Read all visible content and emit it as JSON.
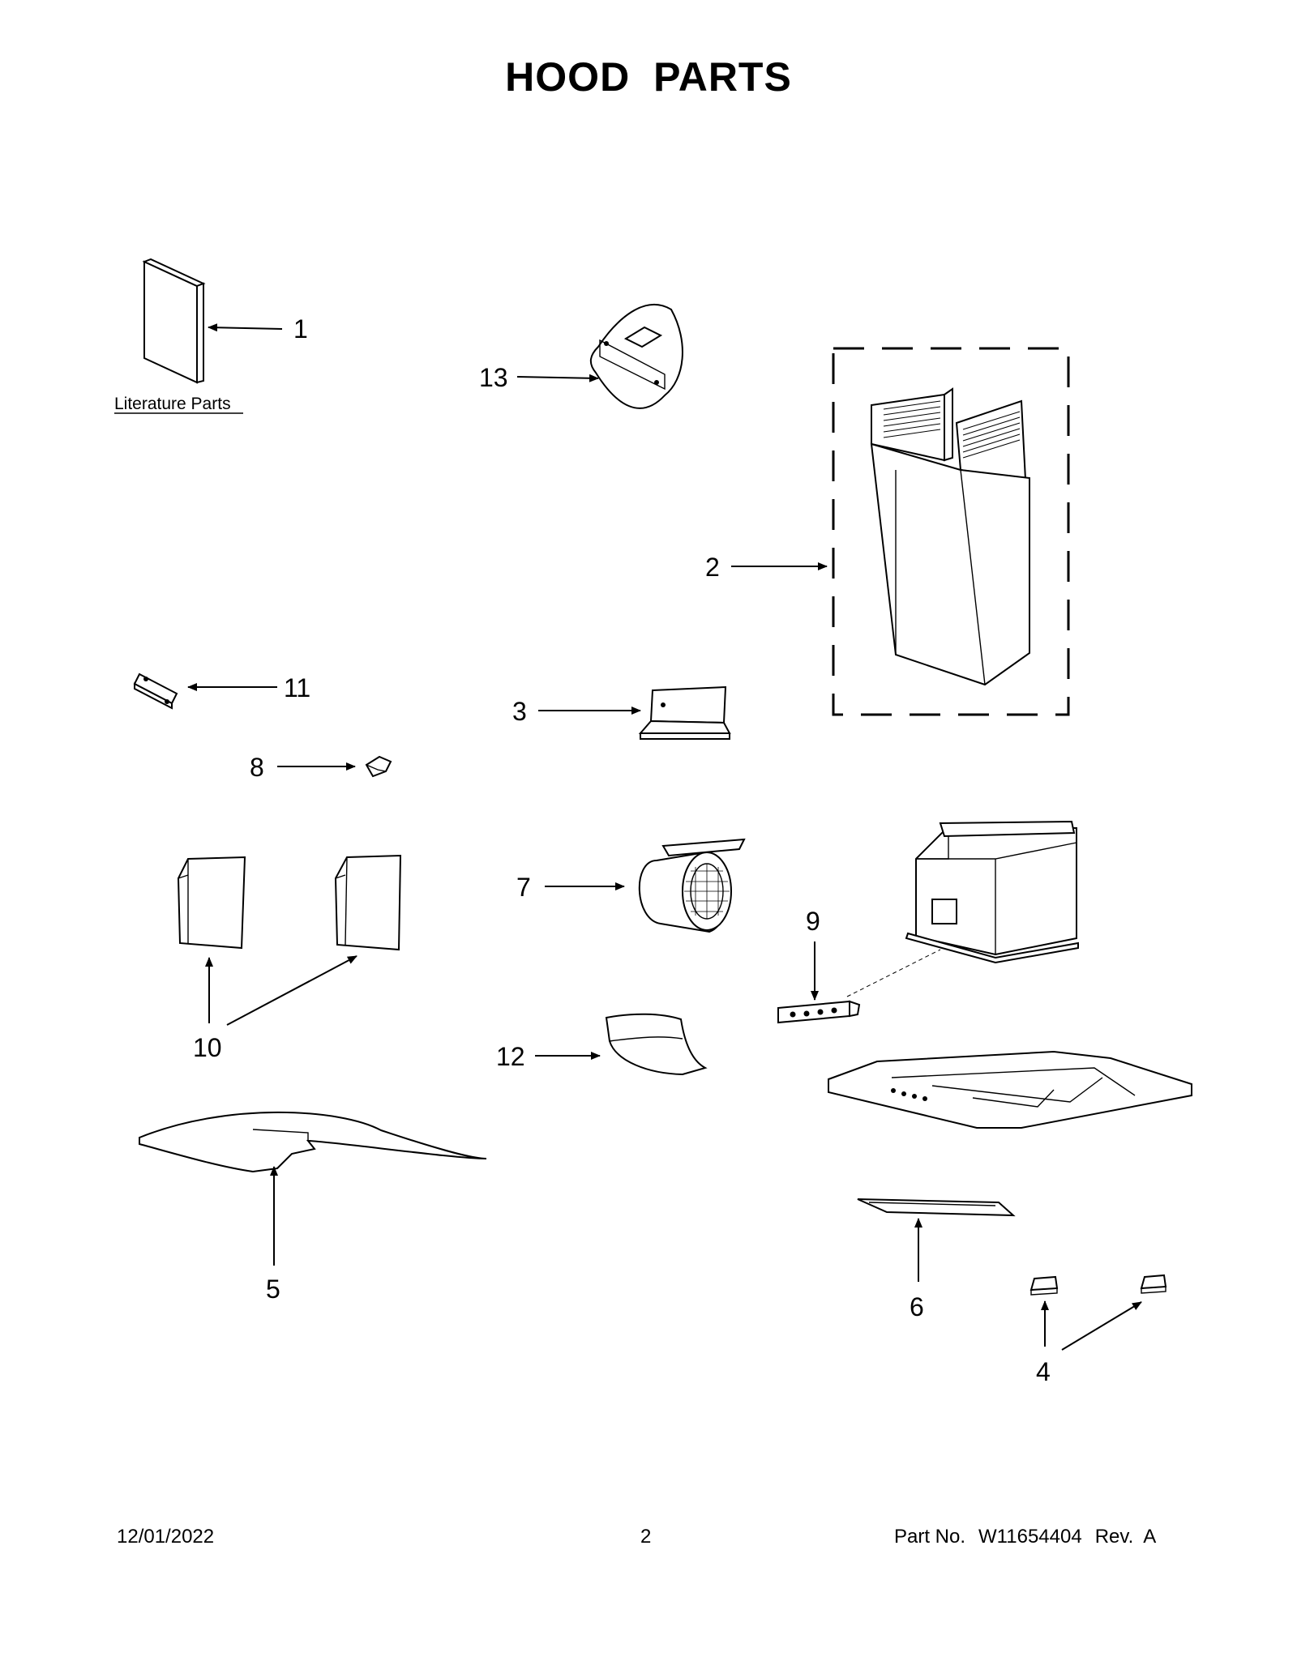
{
  "title": {
    "word1": "HOOD",
    "word2": "PARTS"
  },
  "literature_label": "Literature Parts",
  "callouts": {
    "c1": "1",
    "c2": "2",
    "c3": "3",
    "c4": "4",
    "c5": "5",
    "c6": "6",
    "c7": "7",
    "c8": "8",
    "c9": "9",
    "c10": "10",
    "c11": "11",
    "c12": "12",
    "c13": "13"
  },
  "footer": {
    "date": "12/01/2022",
    "page": "2",
    "part_label": "Part No.",
    "part_number": "W11654404",
    "rev": "Rev.  A"
  }
}
